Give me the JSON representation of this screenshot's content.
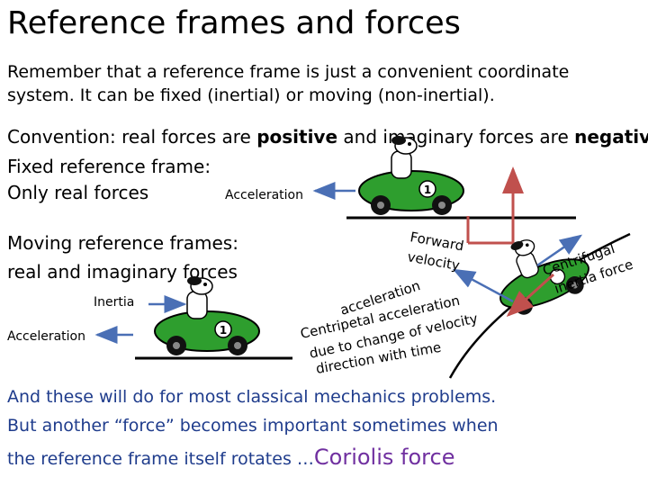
{
  "title": "Reference frames and forces",
  "intro": "Remember that a reference frame is just a convenient coordinate system. It can be fixed (inertial) or moving (non-inertial).",
  "convention": {
    "prefix": "Convention: real forces are ",
    "positive": "positive",
    "middle": " and imaginary forces are ",
    "negative": "negative",
    "suffix": "."
  },
  "fixed_frame": "Fixed reference frame:",
  "only_real": "Only real forces",
  "moving_frames": "Moving reference frames:",
  "real_imag": "real and imaginary forces",
  "labels": {
    "acceleration_top": "Acceleration",
    "inertia": "Inertia",
    "acceleration_left": "Acceleration",
    "forward_velocity_1": "Forward",
    "forward_velocity_2": "velocity",
    "centrifugal_force_1": "Centrifugal",
    "centrifugal_force_2": "inertia force",
    "centripetal_1": "acceleration",
    "centripetal_2": "Centripetal acceleration",
    "centripetal_3": "due to change of velocity",
    "centripetal_4": "direction with time"
  },
  "car_number": "1",
  "bottom": {
    "line1": "And these will do for most classical mechanics problems.",
    "line2": "But another “force” becomes important sometimes when",
    "line3": "the reference frame itself rotates …",
    "coriolis": "Coriolis force"
  },
  "colors": {
    "arrow_blue": "#4a6fb5",
    "arrow_red": "#c0504d",
    "car_green": "#2e9e2e",
    "text_blue": "#1f3c8c",
    "coriolis_purple": "#7030a0"
  }
}
